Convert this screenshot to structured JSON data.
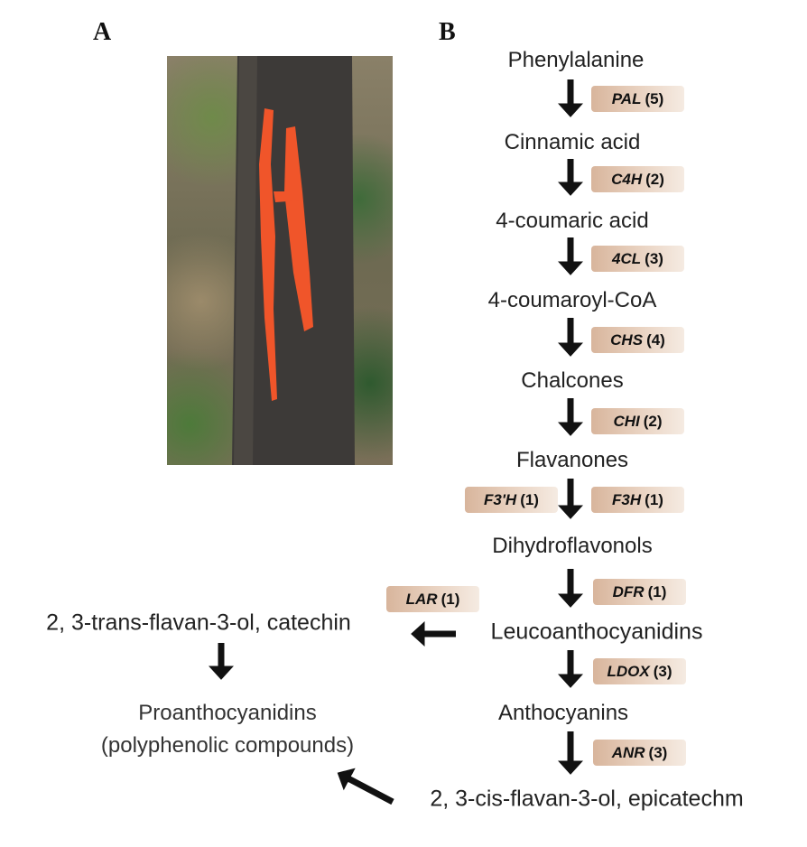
{
  "panels": {
    "a": "A",
    "b": "B"
  },
  "pathway": {
    "nodes": [
      "Phenylalanine",
      "Cinnamic acid",
      "4-coumaric acid",
      "4-coumaroyl-CoA",
      "Chalcones",
      "Flavanones",
      "Dihydroflavonols",
      "Leucoanthocyanidins",
      "Anthocyanins",
      "2, 3-cis-flavan-3-ol, epicatechm"
    ],
    "side_nodes": {
      "catechin": "2, 3-trans-flavan-3-ol, catechin",
      "proanthocyanidins": "Proanthocyanidins",
      "polyphenolic": "(polyphenolic compounds)"
    },
    "enzymes": [
      {
        "name": "PAL",
        "count": "(5)"
      },
      {
        "name": "C4H",
        "count": "(2)"
      },
      {
        "name": "4CL",
        "count": "(3)"
      },
      {
        "name": "CHS",
        "count": "(4)"
      },
      {
        "name": "CHI",
        "count": "(2)"
      },
      {
        "name": "F3'H",
        "count": "(1)"
      },
      {
        "name": "F3H",
        "count": "(1)"
      },
      {
        "name": "DFR",
        "count": "(1)"
      },
      {
        "name": "LDOX",
        "count": "(3)"
      },
      {
        "name": "ANR",
        "count": "(3)"
      },
      {
        "name": "LAR",
        "count": "(1)"
      }
    ]
  },
  "colors": {
    "badge": "#d8b59c",
    "arrow": "#111111",
    "slash": "#f0552a",
    "bark": "#3d3a38"
  }
}
